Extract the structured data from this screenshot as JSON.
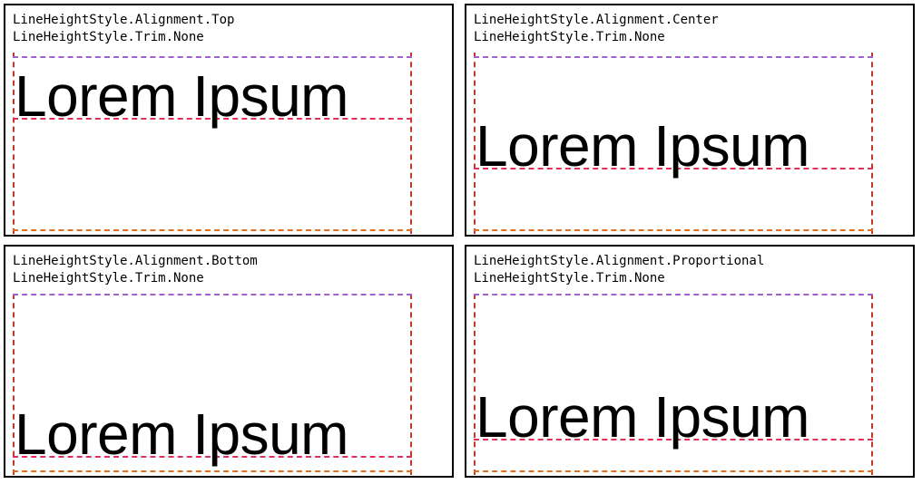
{
  "colors": {
    "panel_border": "#000000",
    "top_guide": "#a060d0",
    "baseline_guide": "#e0305a",
    "bottom_guide": "#e07020",
    "side_guide": "#c0392b"
  },
  "panels": [
    {
      "alignment_label": "LineHeightStyle.Alignment.Top",
      "trim_label": "LineHeightStyle.Trim.None",
      "sample_text": "Lorem Ipsum"
    },
    {
      "alignment_label": "LineHeightStyle.Alignment.Center",
      "trim_label": "LineHeightStyle.Trim.None",
      "sample_text": "Lorem Ipsum"
    },
    {
      "alignment_label": "LineHeightStyle.Alignment.Bottom",
      "trim_label": "LineHeightStyle.Trim.None",
      "sample_text": "Lorem Ipsum"
    },
    {
      "alignment_label": "LineHeightStyle.Alignment.Proportional",
      "trim_label": "LineHeightStyle.Trim.None",
      "sample_text": "Lorem Ipsum"
    }
  ]
}
